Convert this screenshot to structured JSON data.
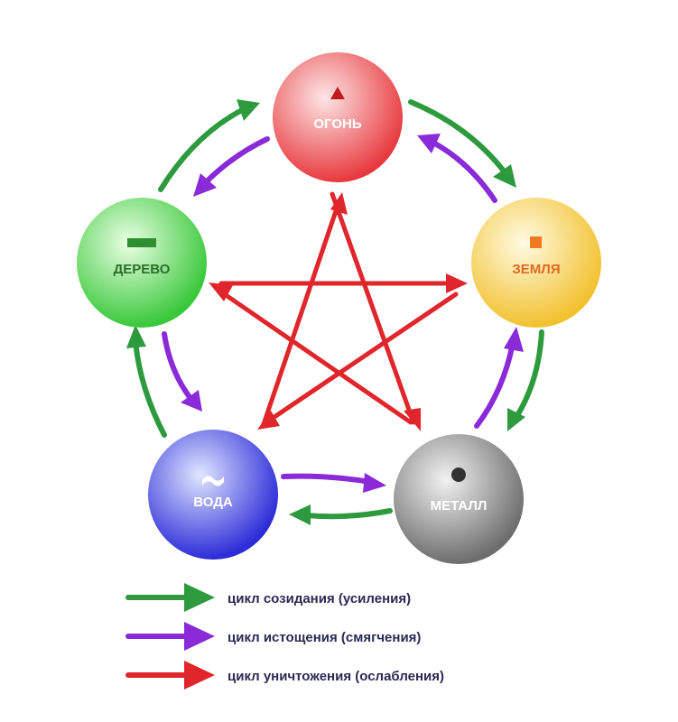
{
  "nodes": {
    "fire": {
      "label": "ОГОНЬ",
      "symbol": "triangle",
      "color": "#e83a3e",
      "light": "#fde6e6",
      "text_color": "#ffffff",
      "symbol_color": "#c41a1a"
    },
    "earth": {
      "label": "ЗЕМЛЯ",
      "symbol": "square",
      "color": "#f2c12e",
      "light": "#fffbe3",
      "text_color": "#e06a1f",
      "symbol_color": "#f07a22"
    },
    "metal": {
      "label": "МЕТАЛЛ",
      "symbol": "dot",
      "color": "#6d6d6d",
      "light": "#f2f2f2",
      "text_color": "#ffffff",
      "symbol_color": "#333333"
    },
    "water": {
      "label": "ВОДА",
      "symbol": "wave",
      "color": "#2c2cd8",
      "light": "#dfe6ff",
      "text_color": "#ffffff",
      "symbol_color": "#ffffff"
    },
    "wood": {
      "label": "ДЕРЕВО",
      "symbol": "bar",
      "color": "#39c83a",
      "light": "#eaffe3",
      "text_color": "#2c6f2c",
      "symbol_color": "#2d8f2d"
    }
  },
  "colors": {
    "creation": "#2e9a3e",
    "exhaustion": "#8a2ad8",
    "destruction": "#e0262a",
    "legend_text": "#2a2a55"
  },
  "legend": [
    {
      "key": "creation",
      "label": "цикл созидания (усиления)"
    },
    {
      "key": "exhaustion",
      "label": "цикл истощения (смягчения)"
    },
    {
      "key": "destruction",
      "label": "цикл уничтожения (ослабления)"
    }
  ]
}
